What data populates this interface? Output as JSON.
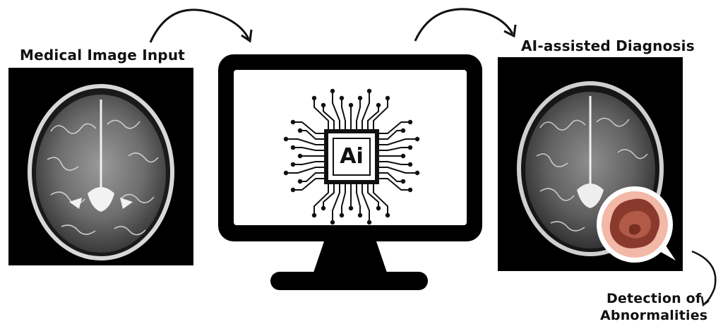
{
  "labels": {
    "input": "Medical Image Input",
    "diagnosis": "AI-assisted Diagnosis",
    "detection_line1": "Detection of",
    "detection_line2": "Abnormalities"
  },
  "chip": {
    "text": "Ai"
  },
  "colors": {
    "ink": "#111111",
    "monitor": "#000000",
    "screen": "#ffffff",
    "lesion_halo": "#f2b8a8",
    "lesion_dark": "#8a3a2c",
    "lesion_mid": "#b15a48"
  },
  "icons": [
    "arrow-curve-icon",
    "ai-chip-icon",
    "monitor-icon",
    "brain-scan-icon",
    "magnifier-icon"
  ]
}
